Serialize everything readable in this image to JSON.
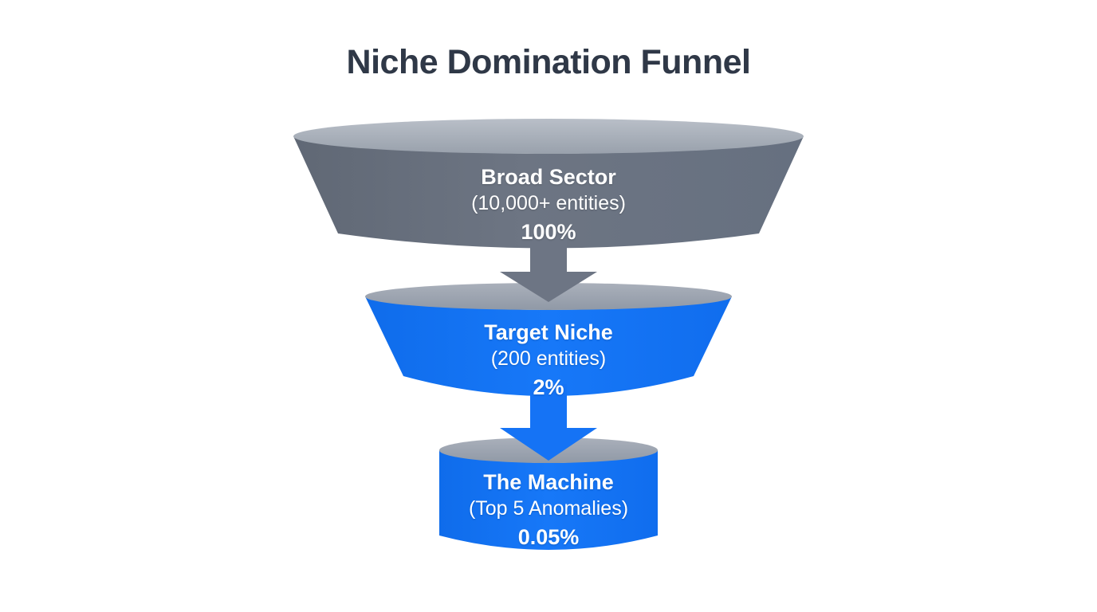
{
  "title": "Niche Domination Funnel",
  "stages": [
    {
      "name": "Broad Sector",
      "detail": "(10,000+ entities)",
      "percent": "100%"
    },
    {
      "name": "Target Niche",
      "detail": "(200 entities)",
      "percent": "2%"
    },
    {
      "name": "The Machine",
      "detail": "(Top 5 Anomalies)",
      "percent": "0.05%"
    }
  ],
  "colors": {
    "background": "#ffffff",
    "title_text": "#2f3847",
    "stage_gray_body": "#69717f",
    "stage_blue_body": "#1372f0",
    "ellipse_top_gray": "#a8afba",
    "arrow_gray": "#6d7584",
    "arrow_blue": "#1573f5",
    "label_text": "#ffffff"
  },
  "chart_data": {
    "type": "funnel",
    "title": "Niche Domination Funnel",
    "categories": [
      "Broad Sector",
      "Target Niche",
      "The Machine"
    ],
    "sub_labels": [
      "(10,000+ entities)",
      "(200 entities)",
      "(Top 5 Anomalies)"
    ],
    "values_percent": [
      100,
      2,
      0.05
    ],
    "entity_counts": [
      "10,000+",
      "200",
      "Top 5"
    ],
    "stage_colors": [
      "#69717f",
      "#1372f0",
      "#1372f0"
    ],
    "orientation": "top-down"
  }
}
